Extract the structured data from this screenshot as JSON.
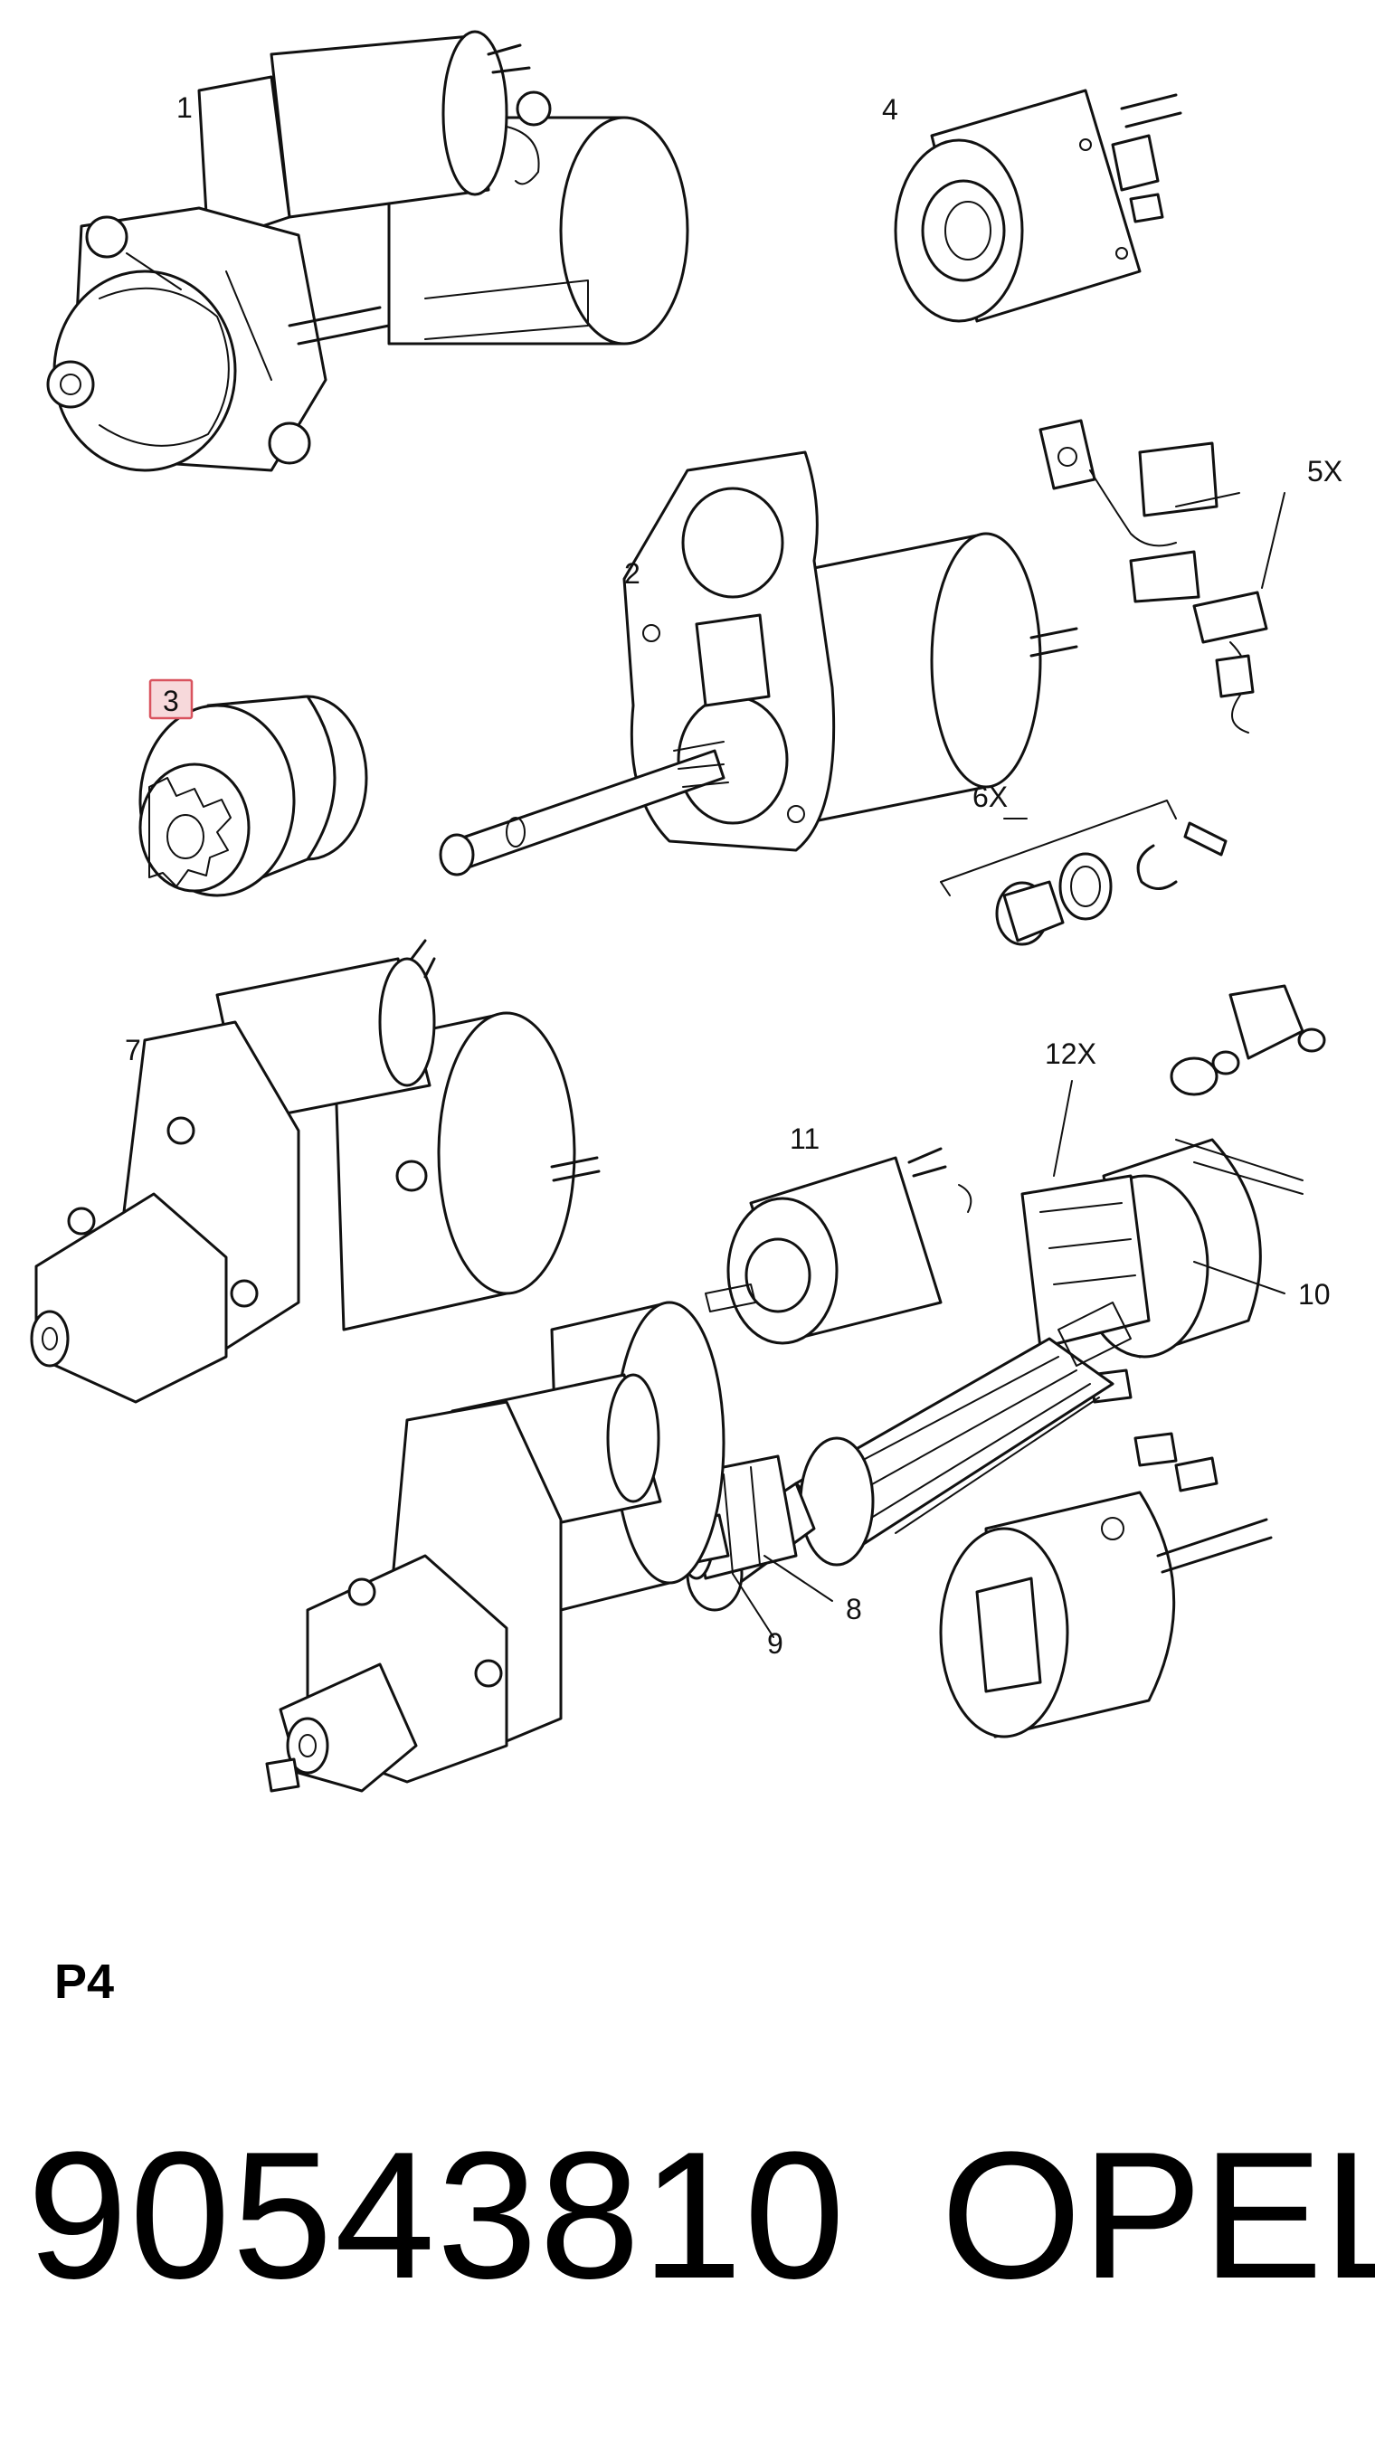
{
  "callouts": {
    "c1": "1",
    "c2": "2",
    "c3": "3",
    "c4": "4",
    "c5": "5X",
    "c6": "6X",
    "c7": "7",
    "c8": "8",
    "c9": "9",
    "c10": "10",
    "c11": "11",
    "c12": "12X"
  },
  "highlighted_callout": "3",
  "colors": {
    "highlight_fill": "#f7d9db",
    "highlight_stroke": "#d9535e",
    "line": "#111111"
  },
  "footer": {
    "page_code": "P4",
    "part_number": "90543810",
    "brand": "OPEL"
  }
}
